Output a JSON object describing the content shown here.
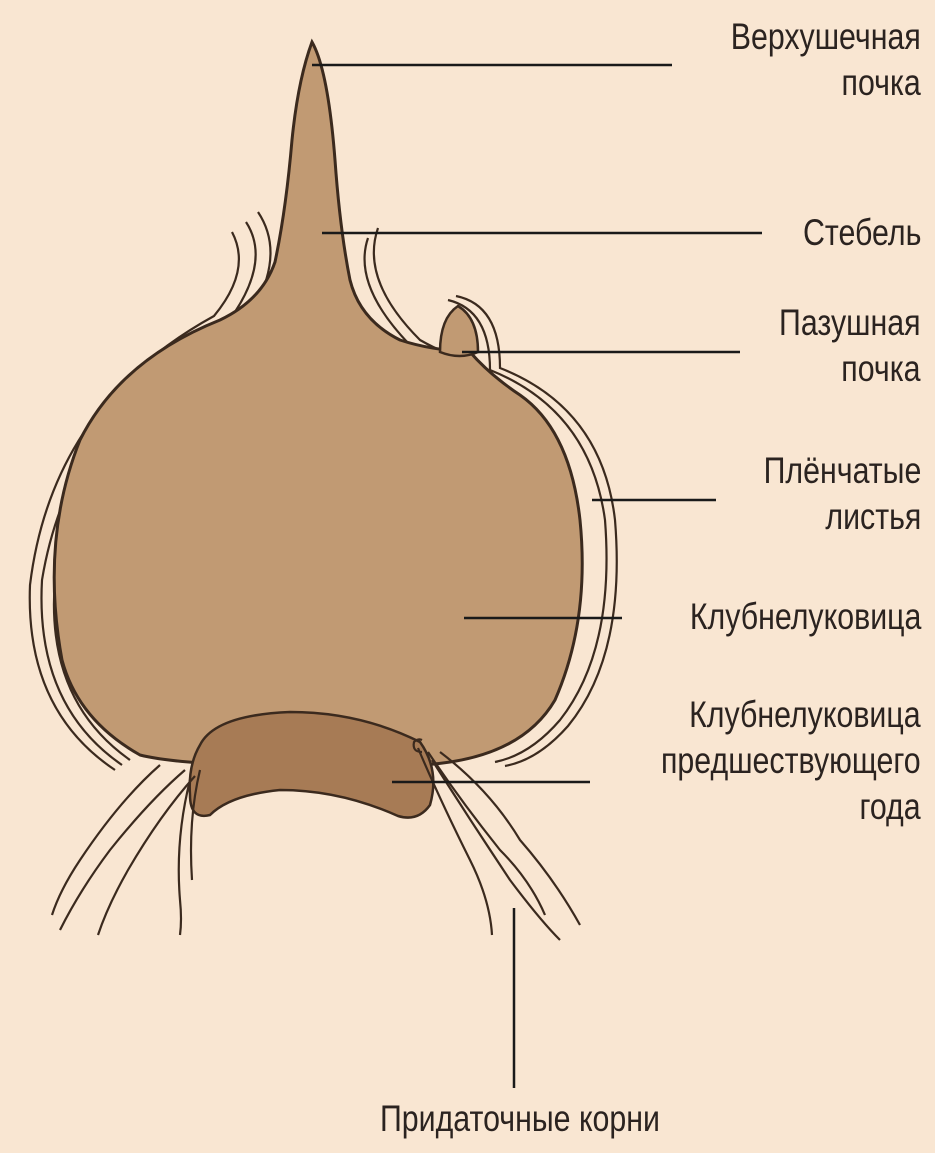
{
  "colors": {
    "background": "#f9e6d2",
    "corm": "#c19a73",
    "old_corm": "#a77b55",
    "outline": "#3b2a1e",
    "leader_line": "#1a1a1a"
  },
  "labels": {
    "apical_bud": {
      "line1": "Верхушечная",
      "line2": "почка"
    },
    "stem": {
      "line1": "Стебель"
    },
    "axillary_bud": {
      "line1": "Пазушная",
      "line2": "почка"
    },
    "scale_leaves": {
      "line1": "Плёнчатые",
      "line2": "листья"
    },
    "corm": {
      "line1": "Клубнелуковица"
    },
    "previous_corm": {
      "line1": "Клубнелуковица",
      "line2": "предшествующего",
      "line3": "года"
    },
    "roots": {
      "line1": "Придаточные корни"
    }
  }
}
